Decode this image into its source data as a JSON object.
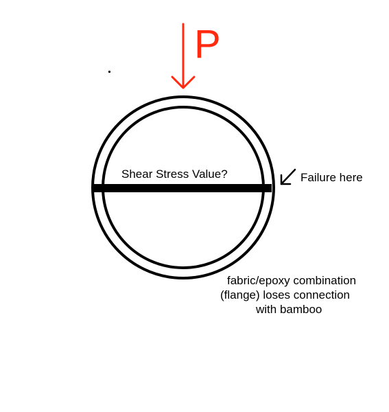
{
  "load": {
    "label": "P",
    "color": "#ff2a10"
  },
  "labels": {
    "shear_question": "Shear Stress Value?",
    "failure": "Failure here",
    "note_line1": "fabric/epoxy combination",
    "note_line2": "(flange) loses connection",
    "note_line3": "with bamboo"
  },
  "colors": {
    "ink": "#000000",
    "background": "#ffffff"
  }
}
